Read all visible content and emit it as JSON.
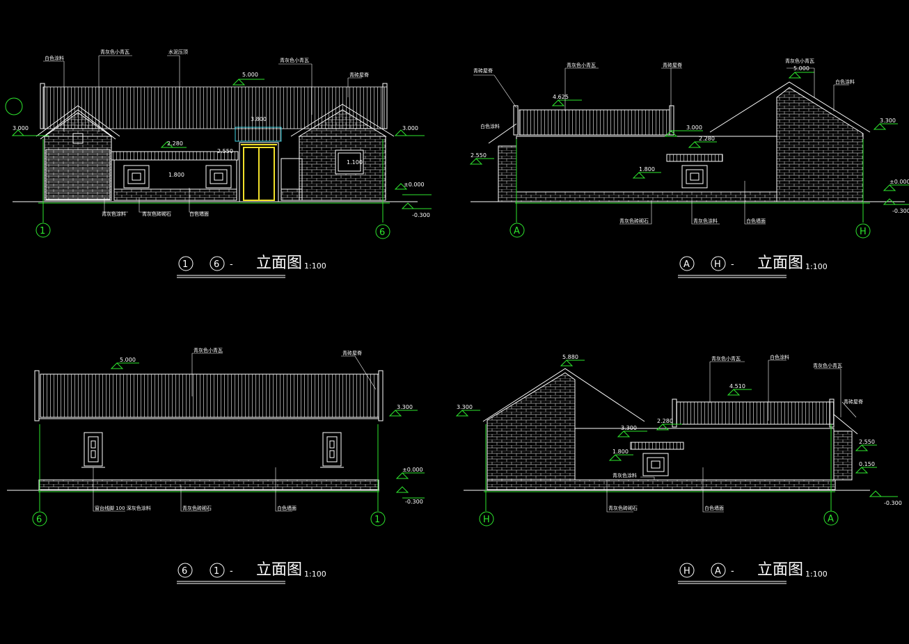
{
  "views": [
    {
      "id": "front",
      "axis_left": "1",
      "axis_right": "6",
      "title_a": "1",
      "title_b": "6",
      "title_suffix": "-",
      "title_text": "立面图",
      "scale": "1:100",
      "levels": {
        "ridge": "5.000",
        "eave_l": "3.000",
        "eave_r": "3.000",
        "gate": "3.800",
        "wall": "2.280",
        "gate_top": "2.550",
        "window": "1.800",
        "win_r": "1.100",
        "ground": "±0.000",
        "below": "-0.300"
      },
      "notes": [
        "白色涂料",
        "青灰色小青瓦",
        "水泥压顶",
        "青灰色小青瓦",
        "青砖屋脊",
        "青灰色涂料",
        "青灰色砖砌石",
        "白色墙面"
      ]
    },
    {
      "id": "side_ah",
      "axis_left": "A",
      "axis_right": "H",
      "title_a": "A",
      "title_b": "H",
      "title_suffix": "-",
      "title_text": "立面图",
      "scale": "1:100",
      "levels": {
        "ridge": "5.000",
        "eave": "4.625",
        "mid": "3.000",
        "wall": "2.280",
        "left": "2.550",
        "win": "1.800",
        "right": "3.300",
        "ground": "±0.000",
        "below": "-0.300"
      },
      "notes": [
        "青砖屋脊",
        "白色涂料",
        "青灰色小青瓦",
        "青砖屋脊",
        "青灰色小青瓦",
        "白色涂料",
        "青灰色砖砌石",
        "青灰色涂料",
        "白色墙面"
      ]
    },
    {
      "id": "rear",
      "axis_left": "6",
      "axis_right": "1",
      "title_a": "6",
      "title_b": "1",
      "title_suffix": "-",
      "title_text": "立面图",
      "scale": "1:100",
      "levels": {
        "ridge": "5.000",
        "eave": "3.300",
        "ground": "±0.000",
        "below": "-0.300"
      },
      "notes": [
        "青灰色小青瓦",
        "青砖屋脊",
        "窗台线脚 100 深灰色涂料",
        "青灰色砖砌石",
        "白色墙面"
      ]
    },
    {
      "id": "side_ha",
      "axis_left": "H",
      "axis_right": "A",
      "title_a": "H",
      "title_b": "A",
      "title_suffix": "-",
      "title_text": "立面图",
      "scale": "1:100",
      "levels": {
        "ridge": "5.880",
        "left": "3.300",
        "gate": "3.300",
        "wall": "2.280",
        "win": "1.800",
        "eave": "4.510",
        "right": "2.550",
        "step": "0.150",
        "below": "-0.300"
      },
      "notes": [
        "青灰色小青瓦",
        "白色涂料",
        "青灰色小青瓦",
        "青砖屋脊",
        "青灰色涂料",
        "青灰色砖砌石",
        "白色墙面"
      ]
    }
  ]
}
